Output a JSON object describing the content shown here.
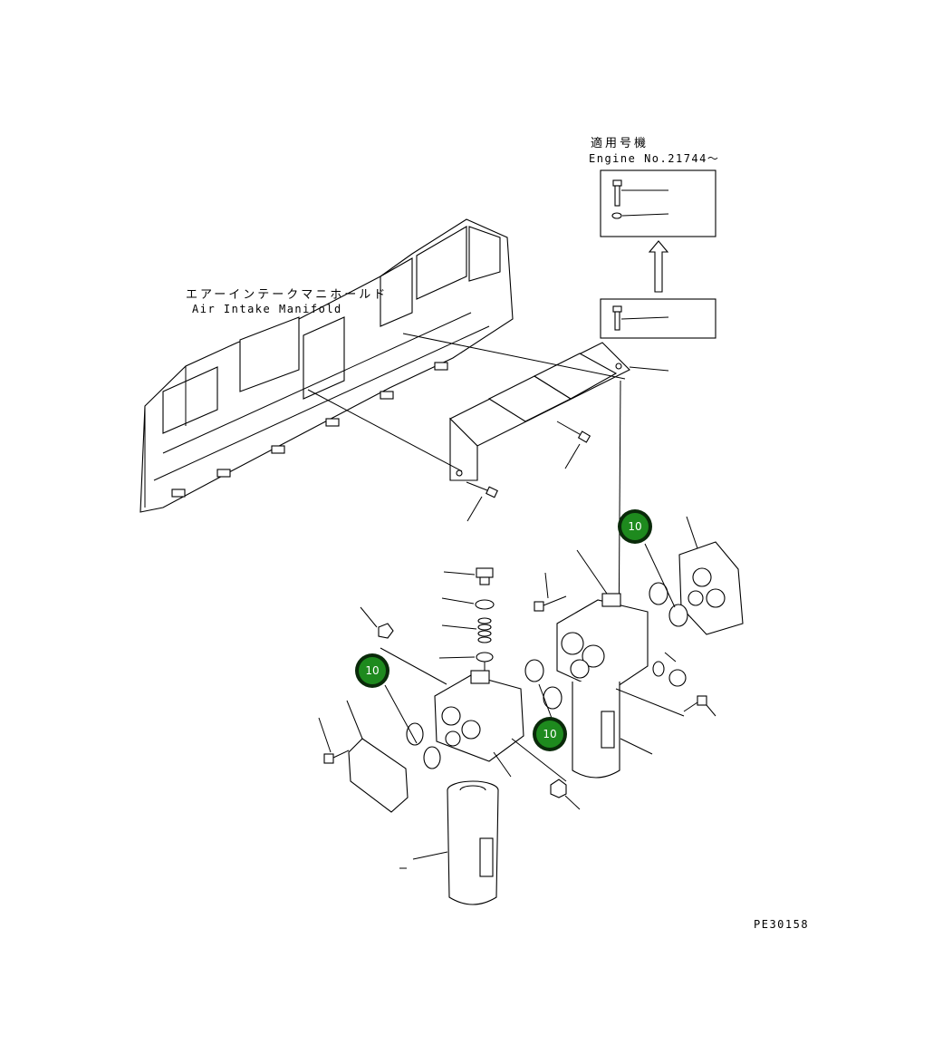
{
  "labels": {
    "manifold_jp": "エアーインテークマニホールド",
    "manifold_en": "Air Intake Manifold",
    "applicable_jp": "適用号機",
    "applicable_en": "Engine No.21744～",
    "drawing_no": "PE30158"
  },
  "callouts": [
    {
      "id": "callout-1",
      "text": "10"
    },
    {
      "id": "callout-2",
      "text": "10"
    },
    {
      "id": "callout-3",
      "text": "10"
    }
  ],
  "colors": {
    "callout_fill": "#1e8a1e",
    "callout_ring": "#0a2a0a",
    "line": "#000000"
  }
}
